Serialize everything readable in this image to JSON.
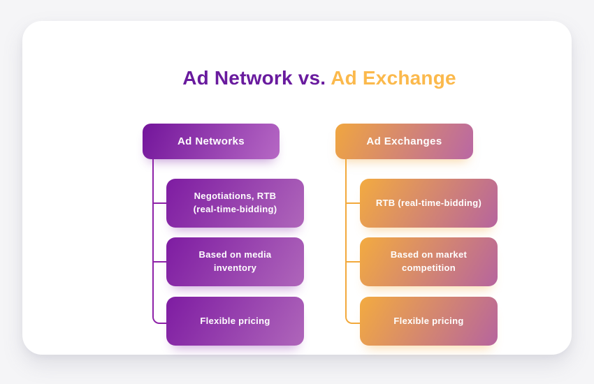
{
  "title": {
    "left": "Ad Network vs.",
    "right": "Ad Exchange"
  },
  "colors": {
    "title_purple": "#691B9E",
    "title_orange": "#FBB94C",
    "purple_gradient_start": "#7E1CA2",
    "purple_gradient_end": "#AF66BA",
    "orange_gradient_start": "#F3AB40",
    "orange_gradient_end": "#B6649E",
    "purple_connector": "#8E22A8",
    "orange_connector": "#F2A93C",
    "card_background": "#FFFFFF",
    "page_background": "#F5F5F7"
  },
  "columns": [
    {
      "header": "Ad Networks",
      "items": [
        "Negotiations, RTB\n(real-time-bidding)",
        "Based on media\ninventory",
        "Flexible pricing"
      ]
    },
    {
      "header": "Ad Exchanges",
      "items": [
        "RTB (real-time-bidding)",
        "Based on market\ncompetition",
        "Flexible pricing"
      ]
    }
  ]
}
